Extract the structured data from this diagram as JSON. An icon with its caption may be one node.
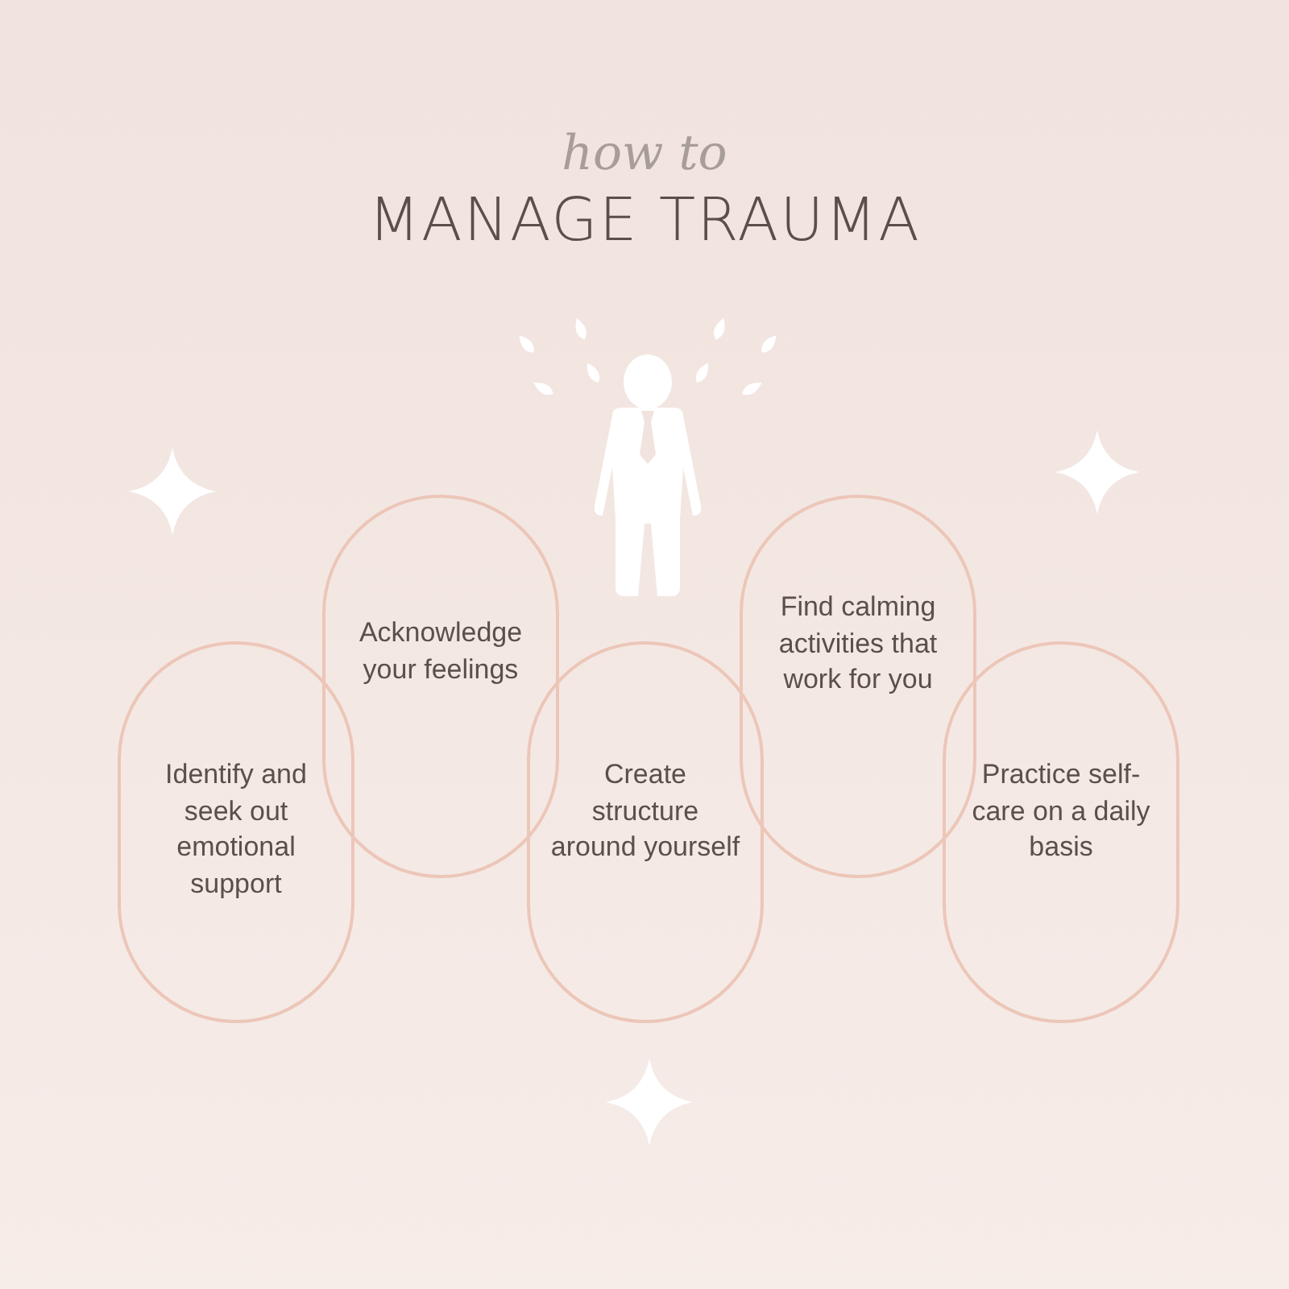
{
  "diagram": {
    "title": "how to MANAGE TRAUMA",
    "nodes": [
      {
        "text": [
          "Identify and seek out emotional support"
        ]
      },
      {
        "text": [
          "Acknowledge your feelings"
        ]
      },
      {
        "text": [
          "Create structure around yourself"
        ]
      },
      {
        "text": [
          "Find calming activities that work for you"
        ]
      },
      {
        "text": [
          "Practice self-care on a daily basis"
        ]
      }
    ]
  }
}
